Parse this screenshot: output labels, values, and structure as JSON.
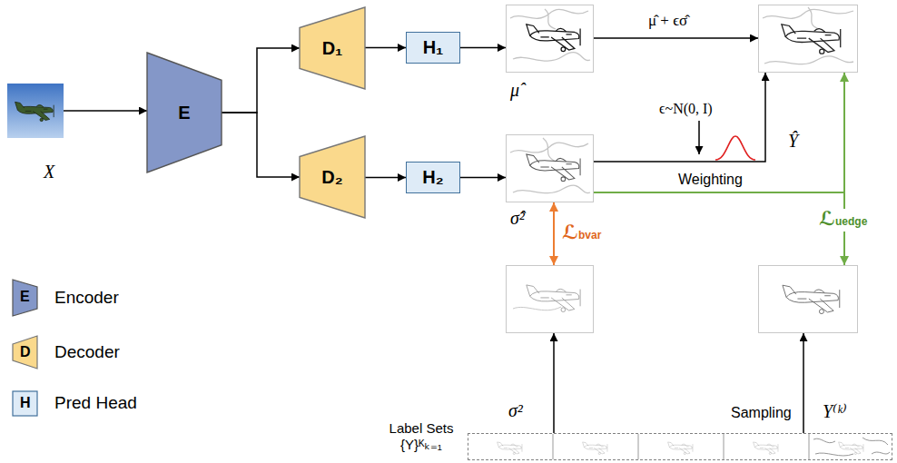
{
  "diagram": {
    "nodes": [
      {
        "text": [
          "X"
        ]
      },
      {
        "text": [
          "E"
        ]
      },
      {
        "text": [
          "D₁"
        ]
      },
      {
        "text": [
          "D₂"
        ]
      },
      {
        "text": [
          "H₁"
        ]
      },
      {
        "text": [
          "H₂"
        ]
      },
      {
        "text": [
          "μ̂"
        ]
      },
      {
        "text": [
          "σ̂²"
        ]
      },
      {
        "text": [
          "Ŷ"
        ]
      },
      {
        "text": [
          "σ²"
        ]
      },
      {
        "text": [
          "Y⁽ᵏ⁾"
        ]
      },
      {
        "text": [
          "Label Sets {Y}ᴷₖ₌₁"
        ]
      }
    ],
    "edges": [
      {
        "from": 0,
        "to": 1,
        "arrow": "to"
      },
      {
        "from": 1,
        "to": 2,
        "arrow": "to"
      },
      {
        "from": 1,
        "to": 3,
        "arrow": "to"
      },
      {
        "from": 2,
        "to": 4,
        "arrow": "to"
      },
      {
        "from": 3,
        "to": 5,
        "arrow": "to"
      },
      {
        "from": 4,
        "to": 6,
        "arrow": "to"
      },
      {
        "from": 5,
        "to": 7,
        "arrow": "to"
      },
      {
        "from": 6,
        "to": 8,
        "label": "μ̂ + ϵσ̂",
        "arrow": "to"
      },
      {
        "from": 7,
        "to": 8,
        "arrow": "to"
      },
      {
        "from": 7,
        "to": 8,
        "label": "Weighting",
        "arrow": "none"
      },
      {
        "from": 10,
        "to": 8,
        "label": "ℒuedge",
        "arrow": "both"
      },
      {
        "from": 7,
        "to": 9,
        "label": "ℒbvar",
        "arrow": "both"
      },
      {
        "from": 11,
        "to": 9,
        "arrow": "to"
      },
      {
        "from": 11,
        "to": 10,
        "label": "Sampling",
        "arrow": "to"
      }
    ],
    "labels": [
      "E",
      "D",
      "H",
      "ϵ~N(0, I)"
    ],
    "legend": [
      {
        "text": "Encoder"
      },
      {
        "text": "Decoder"
      },
      {
        "text": "Pred Head"
      }
    ]
  }
}
